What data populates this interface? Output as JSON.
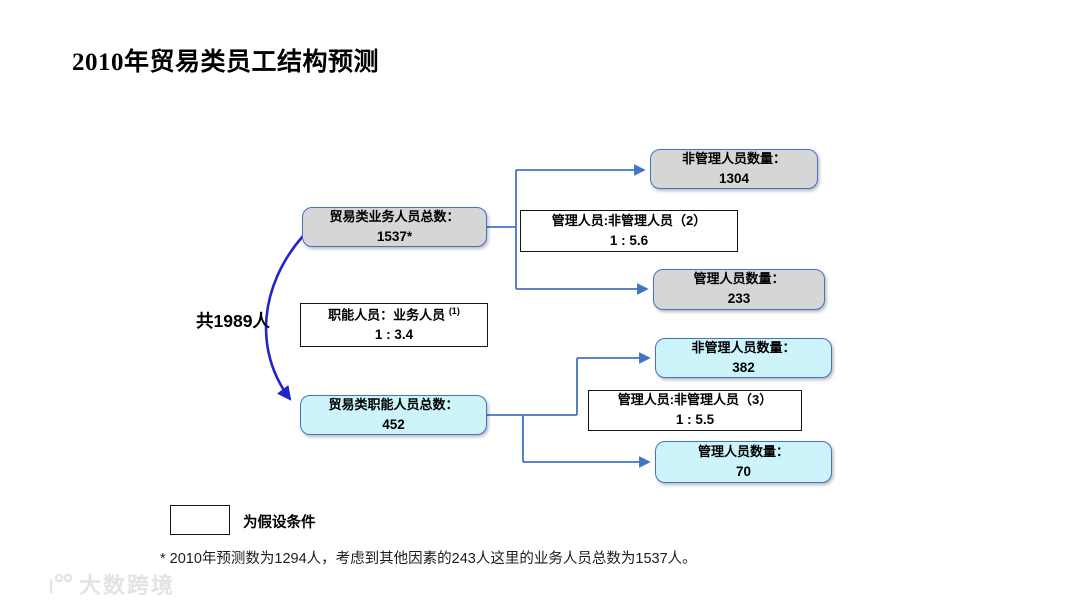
{
  "slide": {
    "title": "2010年贸易类员工结构预测"
  },
  "diagram": {
    "total_label": "共1989人",
    "business_total": {
      "label": "贸易类业务人员总数：",
      "value": "1537*"
    },
    "business_nonmgmt": {
      "label": "非管理人员数量：",
      "value": "1304"
    },
    "business_ratio": {
      "label": "管理人员:非管理人员（2）",
      "value": "1 : 5.6"
    },
    "business_mgmt": {
      "label": "管理人员数量：",
      "value": "233"
    },
    "assumption_ratio": {
      "label": "职能人员：业务人员",
      "sup": "(1)",
      "value": "1 : 3.4"
    },
    "functional_total": {
      "label": "贸易类职能人员总数：",
      "value": "452"
    },
    "functional_nonmgmt": {
      "label": "非管理人员数量：",
      "value": "382"
    },
    "functional_ratio": {
      "label": "管理人员:非管理人员（3）",
      "value": "1 : 5.5"
    },
    "functional_mgmt": {
      "label": "管理人员数量：",
      "value": "70"
    }
  },
  "legend": {
    "label": "为假设条件"
  },
  "footnote": "* 2010年预测数为1294人，考虑到其他因素的243人这里的业务人员总数为1537人。",
  "watermark": {
    "brand": "大数跨境"
  },
  "colors": {
    "box_gray_fill": "#d6d6d6",
    "box_cyan_fill": "#cdf3fb",
    "box_border_blue": "#4472c4",
    "connector_blue": "#4472c4",
    "bracket_arrow_blue": "#2323cc",
    "assumption_border": "#141414"
  }
}
